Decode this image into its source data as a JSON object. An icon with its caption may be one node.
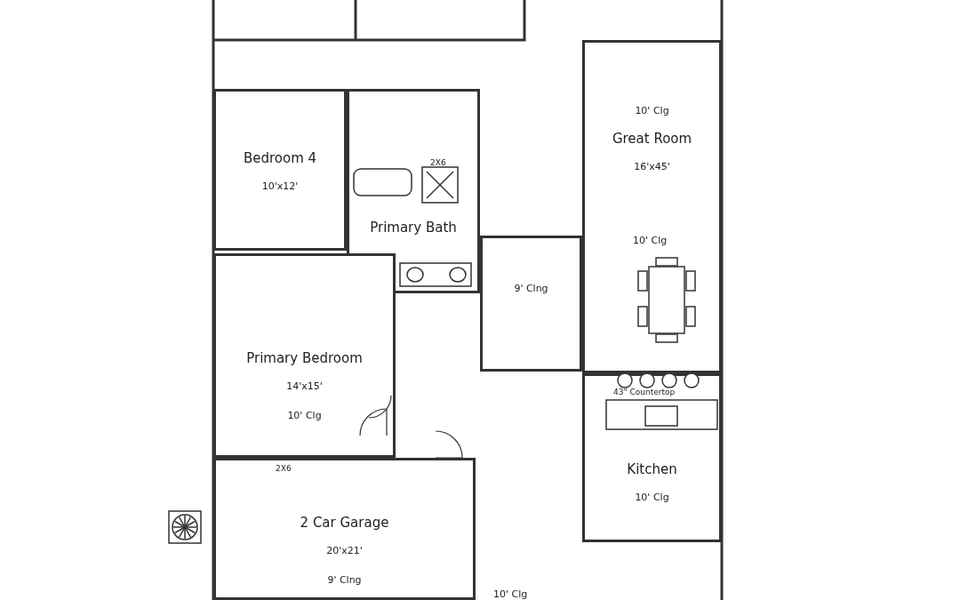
{
  "diagram": {
    "nodes": [
      {
        "text": [
          "Bedroom 4",
          "10'x12'"
        ]
      },
      {
        "text": [
          "10' Clg",
          "Great Room",
          "16'x45'"
        ]
      },
      {
        "text": [
          "Primary Bath"
        ]
      },
      {
        "text": [
          "9' Clng"
        ]
      },
      {
        "text": [
          "Primary Bedroom",
          "14'x15'",
          "10' Clg"
        ]
      },
      {
        "text": [
          "Kitchen",
          "10' Clg"
        ]
      },
      {
        "text": [
          "2 Car Garage",
          "20'x21'",
          "9' Clng"
        ]
      }
    ],
    "edges": [],
    "labels": [
      "2X6",
      "10' Clg",
      "43\" Countertop",
      "2X6",
      "10' Clg"
    ]
  }
}
